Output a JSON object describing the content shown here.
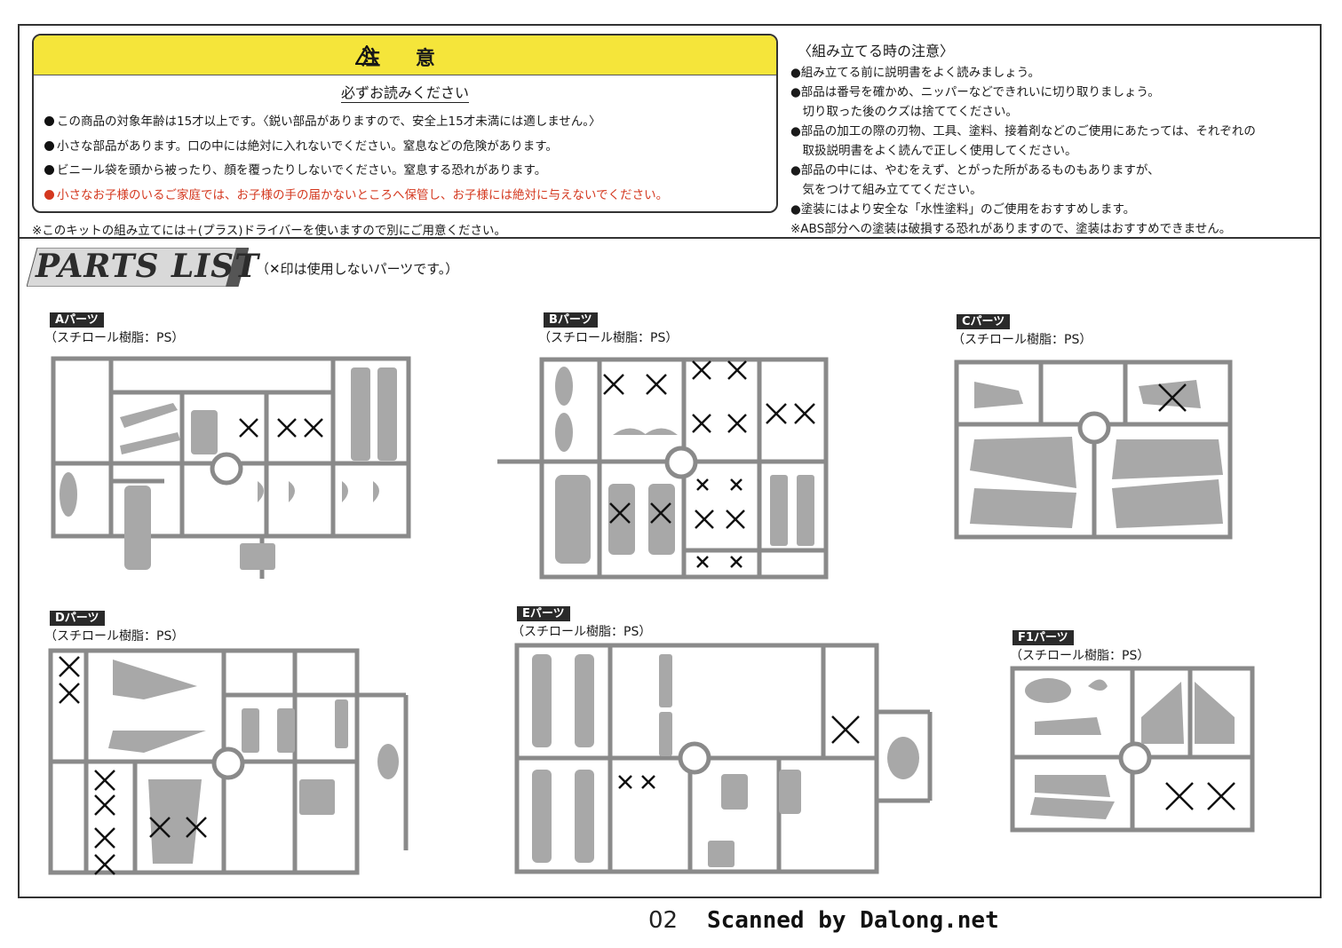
{
  "caution": {
    "title": "注 意",
    "subtitle": "必ずお読みください",
    "lines": [
      "この商品の対象年齢は15才以上です。〈鋭い部品がありますので、安全上15才未満には適しません。〉",
      "小さな部品があります。口の中には絶対に入れないでください。窒息などの危険があります。",
      "ビニール袋を頭から被ったり、顔を覆ったりしないでください。窒息する恐れがあります。"
    ],
    "red_line": "小さなお子様のいるご家庭では、お子様の手の届かないところへ保管し、お子様には絶対に与えないでください。",
    "kit_note": "※このキットの組み立てには＋(プラス)ドライバーを使いますので別にご用意ください。",
    "accent_color": "#f5e53a",
    "warning_color": "#d4381f"
  },
  "assembly": {
    "title": "〈組み立てる時の注意〉",
    "lines": [
      "●組み立てる前に説明書をよく読みましょう。",
      "●部品は番号を確かめ、ニッパーなどできれいに切り取りましょう。",
      "　切り取った後のクズは捨ててください。",
      "●部品の加工の際の刃物、工具、塗料、接着剤などのご使用にあたっては、それぞれの",
      "　取扱説明書をよく読んで正しく使用してください。",
      "●部品の中には、やむをえず、とがった所があるものもありますが、",
      "　気をつけて組み立ててください。",
      "●塗装にはより安全な「水性塗料」のご使用をおすすめします。",
      "※ABS部分への塗装は破損する恐れがありますので、塗装はおすすめできません。"
    ]
  },
  "parts_list": {
    "title": "PARTS LIST",
    "note": "（✕印は使用しないパーツです。）",
    "sections": [
      {
        "label": "Aパーツ",
        "material": "（スチロール樹脂：PS）"
      },
      {
        "label": "Bパーツ",
        "material": "（スチロール樹脂：PS）"
      },
      {
        "label": "Cパーツ",
        "material": "（スチロール樹脂：PS）"
      },
      {
        "label": "Dパーツ",
        "material": "（スチロール樹脂：PS）"
      },
      {
        "label": "Eパーツ",
        "material": "（スチロール樹脂：PS）"
      },
      {
        "label": "F1パーツ",
        "material": "（スチロール樹脂：PS）"
      }
    ]
  },
  "footer": {
    "page": "02",
    "credit": "Scanned by Dalong.net"
  },
  "icons": {
    "warning": "warning-triangle-icon",
    "bullet": "bullet-dot-icon",
    "unused_mark": "cross-mark-icon"
  }
}
